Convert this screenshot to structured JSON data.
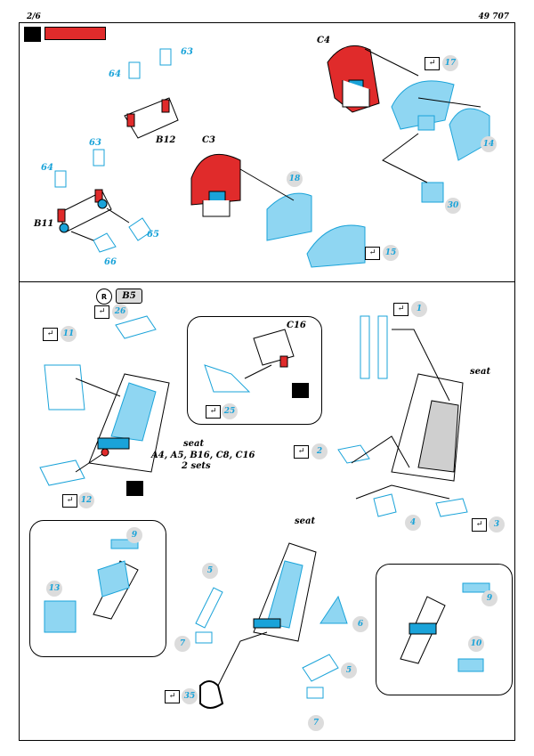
{
  "header": {
    "page": "2/6",
    "code": "49 707"
  },
  "top_panel": {
    "labels": {
      "c4": "C4",
      "c3": "C3",
      "b12": "B12",
      "b11": "B11"
    },
    "parts": {
      "p63a": "63",
      "p64a": "64",
      "p63b": "63",
      "p64b": "64",
      "p65": "65",
      "p66": "66",
      "p17": "17",
      "p14": "14",
      "p30": "30",
      "p18": "18",
      "p15": "15"
    }
  },
  "bottom_panel": {
    "resin_ref": "B5",
    "notes": {
      "seat_left": "seat",
      "seat_left_parts": "A4, A5, B16, C8, C16",
      "seat_left_sets": "2 sets",
      "c16": "C16",
      "seat_right": "seat",
      "seat_bottom": "seat"
    },
    "parts": {
      "p26": "26",
      "p11": "11",
      "p12": "12",
      "p25": "25",
      "p1": "1",
      "p2": "2",
      "p3": "3",
      "p4": "4",
      "p9a": "9",
      "p13": "13",
      "p5a": "5",
      "p7a": "7",
      "p6": "6",
      "p5b": "5",
      "p7b": "7",
      "p35": "35",
      "p9b": "9",
      "p10": "10"
    }
  },
  "colors": {
    "photo_etch": "#1aa3d9",
    "red": "#e02b2b",
    "badge": "#dcdcdc"
  }
}
